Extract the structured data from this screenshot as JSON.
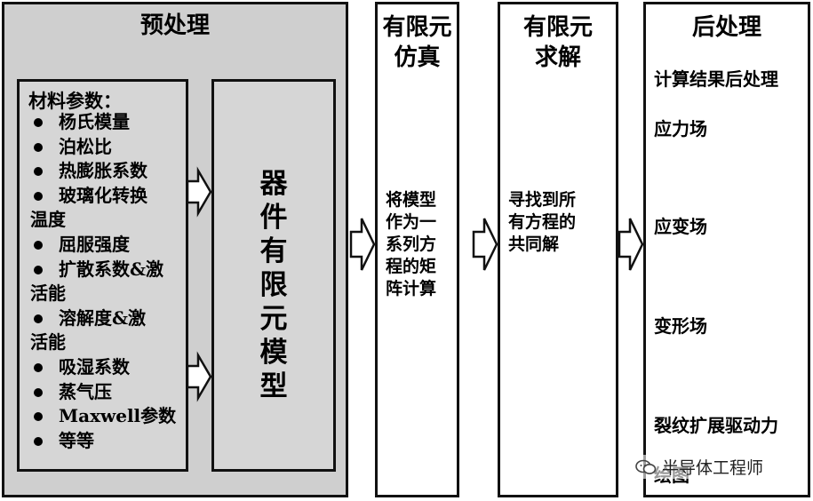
{
  "pre": {
    "title": "预处理",
    "materials_title": "材料参数：",
    "materials": [
      {
        "line1": "杨氏模量"
      },
      {
        "line1": "泊松比"
      },
      {
        "line1": "热膨胀系数"
      },
      {
        "line1": "玻璃化转换",
        "line2": "温度"
      },
      {
        "line1": "屈服强度"
      },
      {
        "line1": "扩散系数&激",
        "line2": "活能"
      },
      {
        "line1": "溶解度&激",
        "line2": "活能"
      },
      {
        "line1": "吸湿系数"
      },
      {
        "line1": "蒸气压"
      },
      {
        "line1": "Maxwell参数"
      },
      {
        "line1": "等等"
      }
    ],
    "model_label": "器件有限元模型"
  },
  "sim": {
    "title_line1": "有限元",
    "title_line2": "仿真",
    "desc": [
      "将模型",
      "作为一",
      "系列方",
      "程的矩",
      "阵计算"
    ]
  },
  "solve": {
    "title_line1": "有限元",
    "title_line2": "求解",
    "desc": [
      "寻找到所",
      "有方程的",
      "共同解"
    ]
  },
  "post": {
    "title": "后处理",
    "items": [
      "计算结果后处理",
      "应力场",
      "应变场",
      "变形场",
      "裂纹扩展驱动力",
      "绘图"
    ]
  },
  "watermark": "半导体工程师",
  "colors": {
    "panel_gray": "#cfcfcf",
    "inner_gray": "#d6d6d6",
    "border": "#111111"
  }
}
